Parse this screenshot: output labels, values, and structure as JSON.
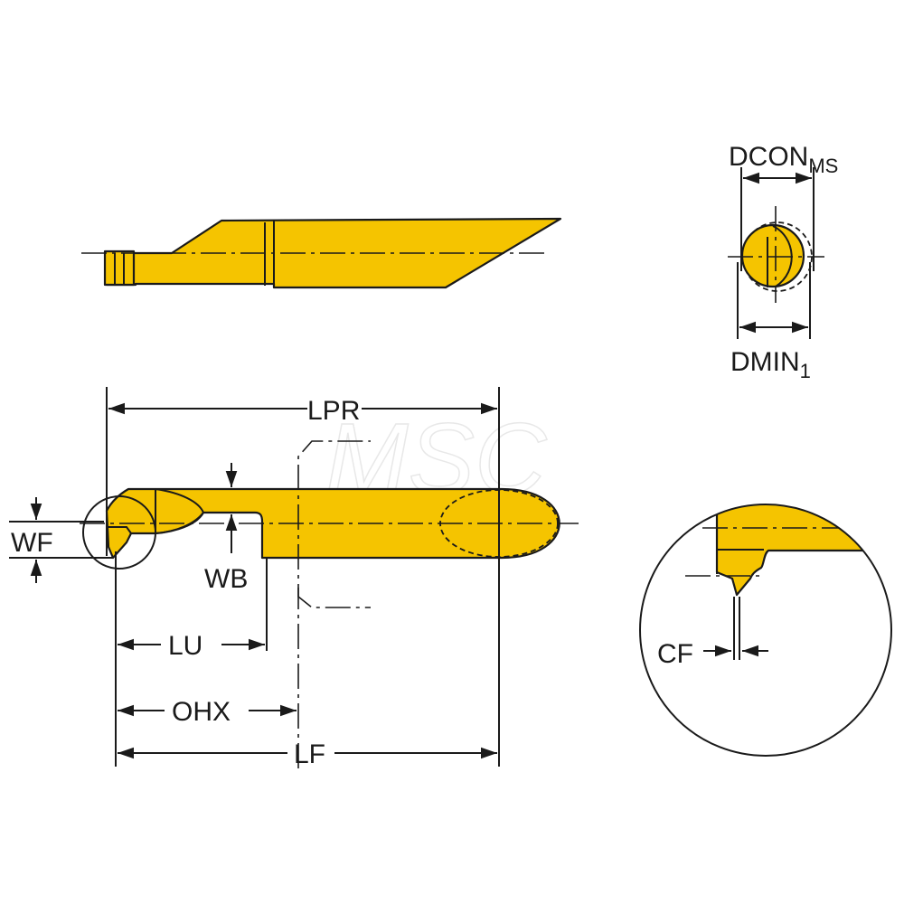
{
  "watermark": "MSC",
  "colors": {
    "tool_body": "#F5C400",
    "line": "#1a1a1a"
  },
  "labels": {
    "dcon": "DCON",
    "dcon_sub": "MS",
    "dmin": "DMIN",
    "dmin_sub": "1",
    "lpr": "LPR",
    "wf": "WF",
    "wb": "WB",
    "lu": "LU",
    "ohx": "OHX",
    "lf": "LF",
    "cf": "CF"
  }
}
